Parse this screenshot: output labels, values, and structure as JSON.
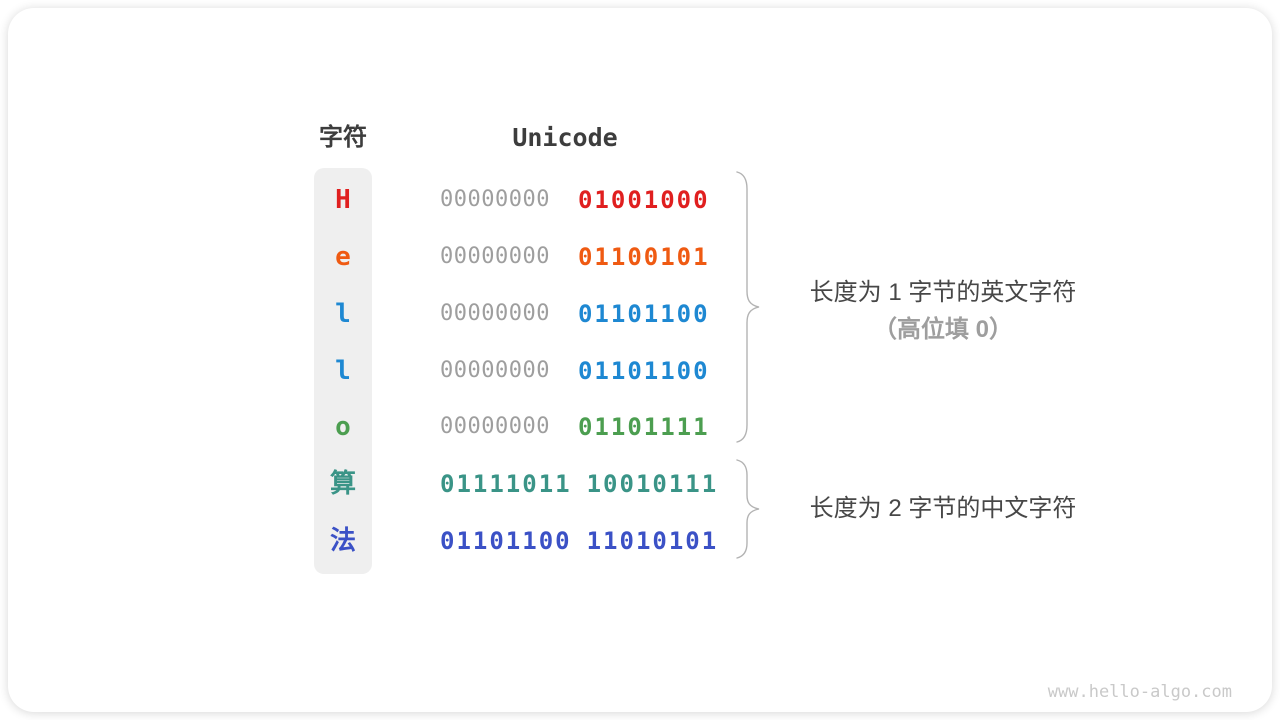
{
  "figure": {
    "headers": {
      "char": "字符",
      "encoding": "Unicode"
    },
    "rows": [
      {
        "char": "H",
        "color": "#e01f1f",
        "byte1": "00000000",
        "byte1_color": "#9e9e9e",
        "byte2": "01001000",
        "byte2_color": "#e01f1f",
        "bytes": 1
      },
      {
        "char": "e",
        "color": "#ef5a12",
        "byte1": "00000000",
        "byte1_color": "#9e9e9e",
        "byte2": "01100101",
        "byte2_color": "#ef5a12",
        "bytes": 1
      },
      {
        "char": "l",
        "color": "#1e88d2",
        "byte1": "00000000",
        "byte1_color": "#9e9e9e",
        "byte2": "01101100",
        "byte2_color": "#1e88d2",
        "bytes": 1
      },
      {
        "char": "l",
        "color": "#1e88d2",
        "byte1": "00000000",
        "byte1_color": "#9e9e9e",
        "byte2": "01101100",
        "byte2_color": "#1e88d2",
        "bytes": 1
      },
      {
        "char": "o",
        "color": "#4c9e50",
        "byte1": "00000000",
        "byte1_color": "#9e9e9e",
        "byte2": "01101111",
        "byte2_color": "#4c9e50",
        "bytes": 1
      },
      {
        "char": "算",
        "color": "#3a9487",
        "byte1": "01111011",
        "byte1_color": "#3a9487",
        "byte2": "10010111",
        "byte2_color": "#3a9487",
        "bytes": 2
      },
      {
        "char": "法",
        "color": "#3b51c6",
        "byte1": "01101100",
        "byte1_color": "#3b51c6",
        "byte2": "11010101",
        "byte2_color": "#3b51c6",
        "bytes": 2
      }
    ],
    "annotations": [
      {
        "line1": "长度为 1 字节的英文字符",
        "line2": "（高位填 0）"
      },
      {
        "line1": "长度为 2 字节的中文字符"
      }
    ],
    "watermark": "www.hello-algo.com",
    "colors": {
      "header_text": "#3d3d3d",
      "annotation_text": "#474747",
      "annotation_sub_text": "#9e9e9e",
      "brace": "#b3b3b3",
      "char_strip_bg": "#efefef",
      "watermark": "#c9c9c9"
    }
  }
}
